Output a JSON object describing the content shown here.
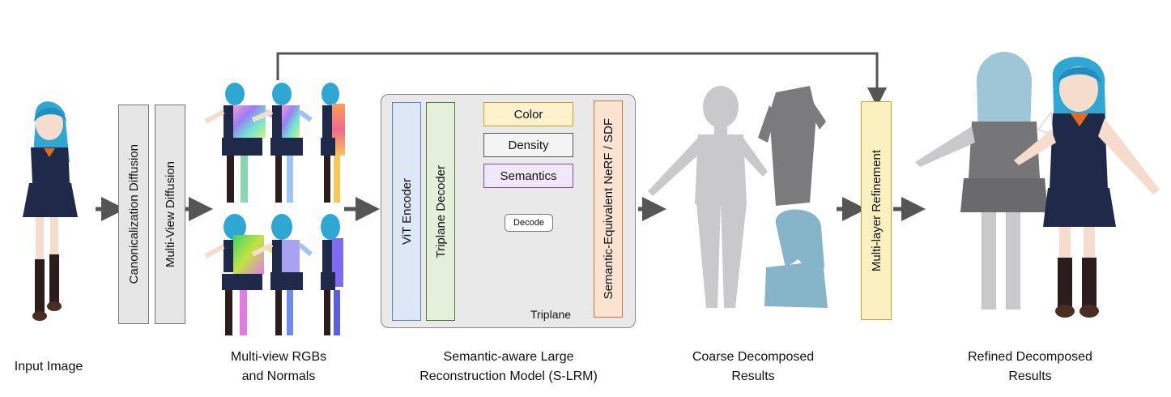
{
  "captions": {
    "input": "Input Image",
    "mv_line1": "Multi-view RGBs",
    "mv_line2": "and Normals",
    "slrm_line1": "Semantic-aware Large",
    "slrm_line2": "Reconstruction Model (S-LRM)",
    "coarse_line1": "Coarse Decomposed",
    "coarse_line2": "Results",
    "refined_line1": "Refined Decomposed",
    "refined_line2": "Results"
  },
  "stages": {
    "canonicalization": "Canonicalization  Diffusion",
    "multiview": "Multi-View  Diffusion",
    "vit_encoder": "ViT Encoder",
    "triplane_decoder": "Triplane Decoder",
    "nerf_sdf": "Semantic-Equivalent NeRF / SDF",
    "refinement": "Multi-layer Refinement"
  },
  "heads": {
    "color": "Color",
    "density": "Density",
    "semantics": "Semantics",
    "decode": "Decode",
    "triplane": "Triplane"
  },
  "colors": {
    "arrow": "#555555",
    "gray_box": "#e6e6e6",
    "slrm_panel": "#e9e9e9",
    "vit_fill": "#dde7f6",
    "vit_border": "#5b86c8",
    "triplane_fill": "#e4f0dc",
    "triplane_border": "#5a7a3a",
    "nerf_fill": "#fbe3d2",
    "nerf_border": "#d0743a",
    "color_fill": "#fdf2cc",
    "color_border": "#c9a227",
    "semantics_fill": "#efe8fa",
    "semantics_border": "#7b50b5",
    "refine_fill": "#fbf0bf",
    "refine_border": "#c9a227",
    "hair": "#2ea7d3",
    "skirt": "#1f2a4a",
    "gray_mesh": "#c9c9cc",
    "blue_mesh": "#86b4c8"
  }
}
